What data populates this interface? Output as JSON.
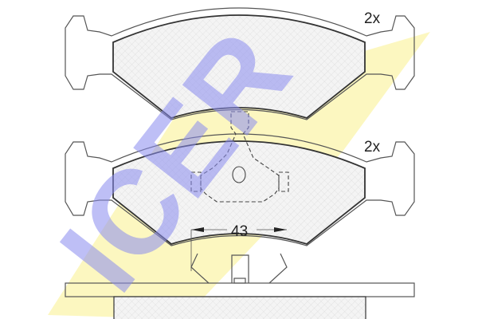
{
  "watermark": {
    "text": "ICER",
    "band_color": "#fbf5b0",
    "letter_color": "#8a8cf0"
  },
  "labels": {
    "top_pad_qty": "2x",
    "middle_pad_qty": "2x",
    "dimension": "43"
  }
}
